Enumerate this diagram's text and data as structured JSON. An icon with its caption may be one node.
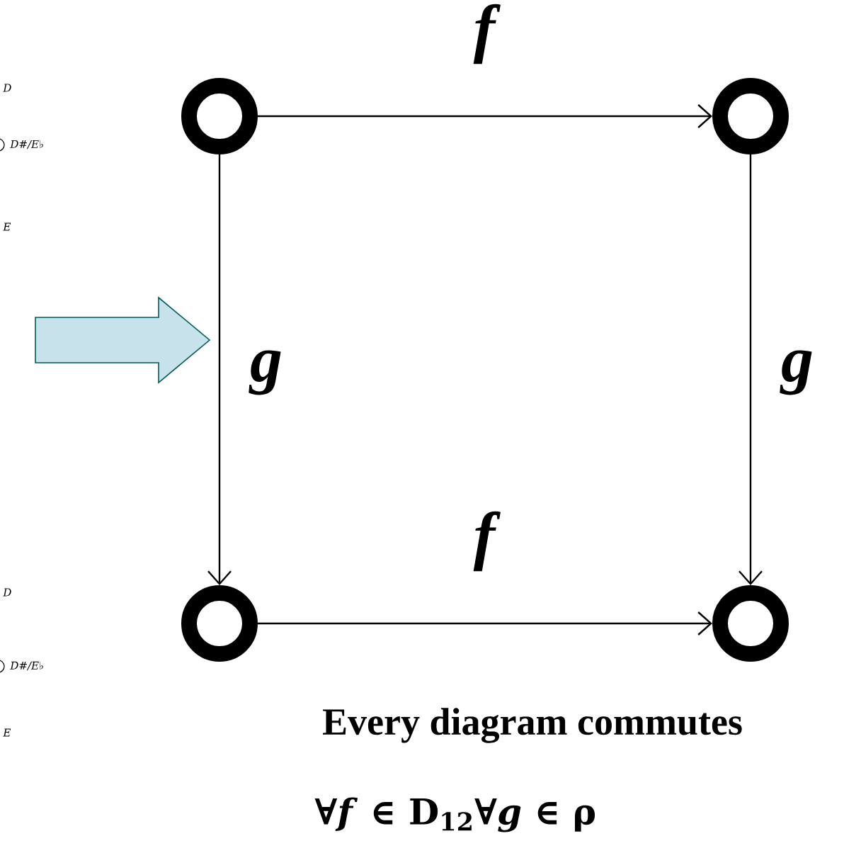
{
  "diagram": {
    "caption": "Every diagram commutes",
    "nodes": [
      {
        "text": [],
        "shape": "circle"
      },
      {
        "text": [],
        "shape": "circle"
      },
      {
        "text": [],
        "shape": "circle"
      },
      {
        "text": [],
        "shape": "circle"
      }
    ],
    "edges": [
      {
        "from": 0,
        "to": 1,
        "arrow": "to",
        "label": "f"
      },
      {
        "from": 0,
        "to": 2,
        "arrow": "to",
        "label": "g"
      },
      {
        "from": 1,
        "to": 3,
        "arrow": "to",
        "label": "g"
      },
      {
        "from": 2,
        "to": 3,
        "arrow": "to",
        "label": "f"
      }
    ],
    "labels": [
      "D",
      "D#/E♭",
      "E",
      "D",
      "D#/E♭",
      "E",
      "∀*f* ∈ D$_{12}$∀*g* ∈ ρ"
    ]
  }
}
